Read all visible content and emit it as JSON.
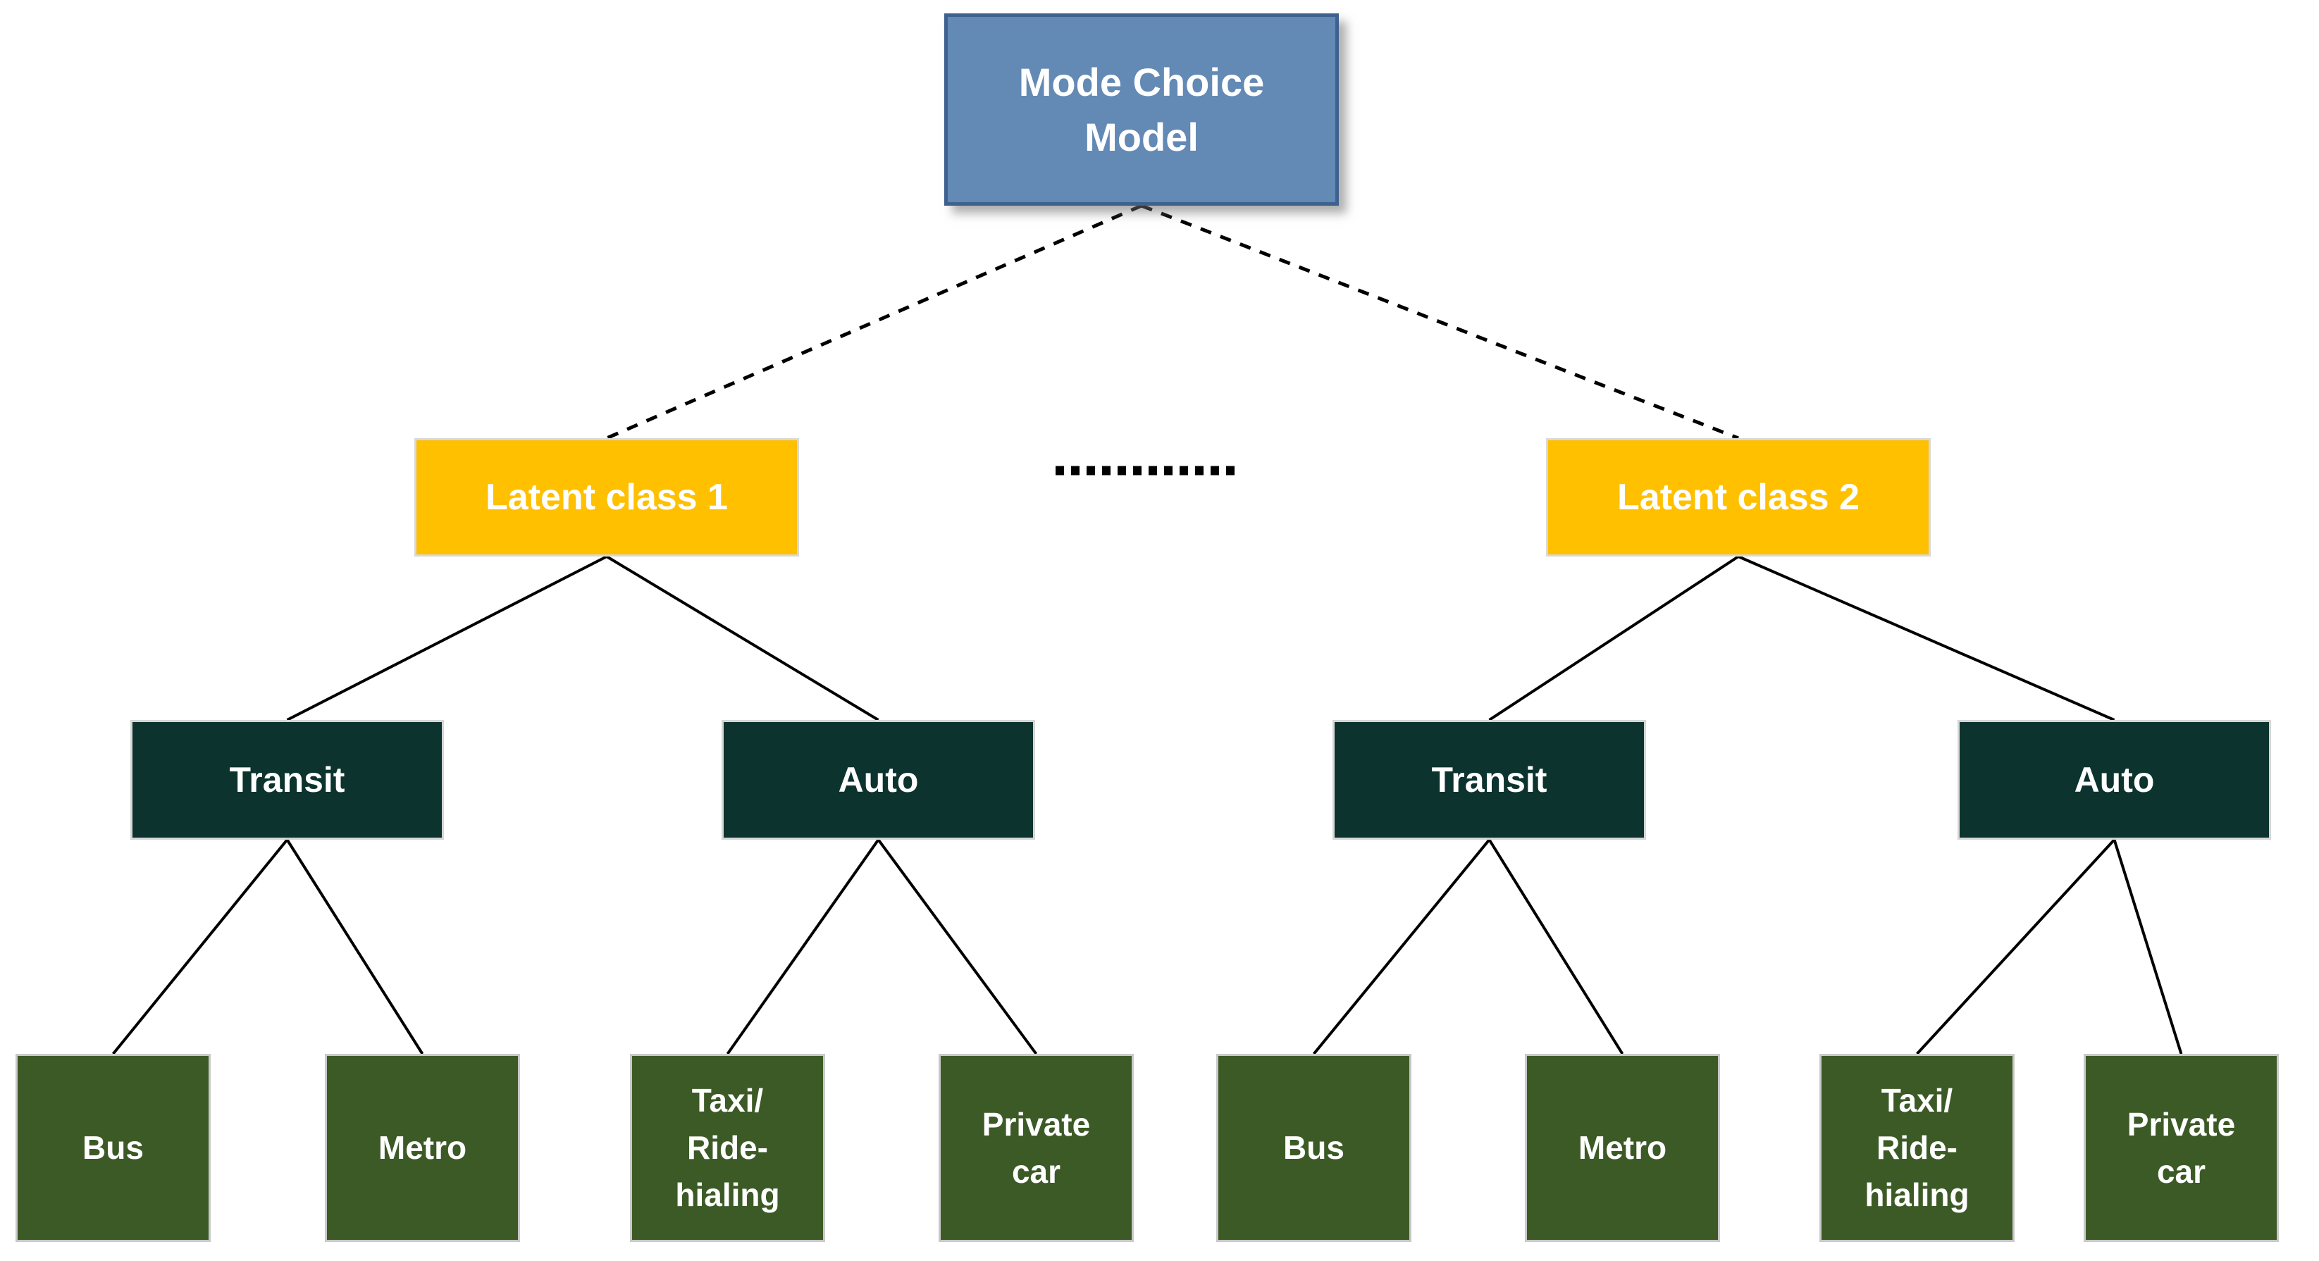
{
  "diagram": {
    "type": "tree",
    "nodes": {
      "root": {
        "label": "Mode Choice\nModel"
      },
      "latent1": {
        "label": "Latent class 1"
      },
      "latent2": {
        "label": "Latent class 2"
      },
      "transit1": {
        "label": "Transit"
      },
      "auto1": {
        "label": "Auto"
      },
      "transit2": {
        "label": "Transit"
      },
      "auto2": {
        "label": "Auto"
      },
      "bus1": {
        "label": "Bus"
      },
      "metro1": {
        "label": "Metro"
      },
      "taxi1": {
        "label": "Taxi/\nRide-\nhialing"
      },
      "car1": {
        "label": "Private\ncar"
      },
      "bus2": {
        "label": "Bus"
      },
      "metro2": {
        "label": "Metro"
      },
      "taxi2": {
        "label": "Taxi/\nRide-\nhialing"
      },
      "car2": {
        "label": "Private\ncar"
      }
    },
    "edges": [
      {
        "from": "root",
        "to": "latent1",
        "style": "dashed"
      },
      {
        "from": "root",
        "to": "latent2",
        "style": "dashed"
      },
      {
        "from": "latent1",
        "to": "transit1",
        "style": "solid"
      },
      {
        "from": "latent1",
        "to": "auto1",
        "style": "solid"
      },
      {
        "from": "latent2",
        "to": "transit2",
        "style": "solid"
      },
      {
        "from": "latent2",
        "to": "auto2",
        "style": "solid"
      },
      {
        "from": "transit1",
        "to": "bus1",
        "style": "solid"
      },
      {
        "from": "transit1",
        "to": "metro1",
        "style": "solid"
      },
      {
        "from": "auto1",
        "to": "taxi1",
        "style": "solid"
      },
      {
        "from": "auto1",
        "to": "car1",
        "style": "solid"
      },
      {
        "from": "transit2",
        "to": "bus2",
        "style": "solid"
      },
      {
        "from": "transit2",
        "to": "metro2",
        "style": "solid"
      },
      {
        "from": "auto2",
        "to": "taxi2",
        "style": "solid"
      },
      {
        "from": "auto2",
        "to": "car2",
        "style": "solid"
      }
    ],
    "separator": "dotted ellipsis between latent classes",
    "colors": {
      "root_fill": "#6389b5",
      "root_border": "#3f618e",
      "latent_fill": "#ffc000",
      "mode_group_fill": "#0c332e",
      "leaf_fill": "#3c5a26",
      "connector_line": "#000000",
      "text": "#ffffff"
    }
  }
}
